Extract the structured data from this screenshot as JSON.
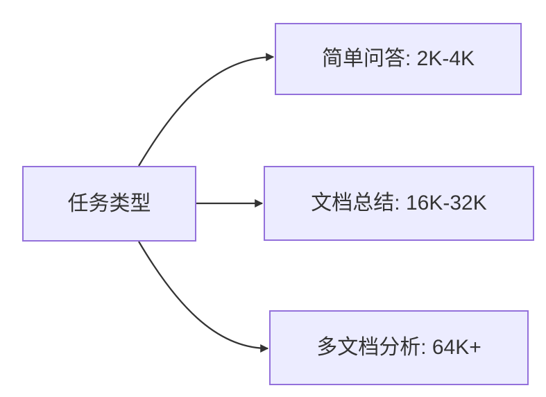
{
  "diagram": {
    "type": "flowchart",
    "direction": "left-to-right",
    "root": {
      "label": "任务类型"
    },
    "branches": [
      {
        "label": "简单问答: 2K-4K"
      },
      {
        "label": "文档总结: 16K-32K"
      },
      {
        "label": "多文档分析: 64K+"
      }
    ],
    "edges": [
      {
        "from": "任务类型",
        "to": "简单问答: 2K-4K"
      },
      {
        "from": "任务类型",
        "to": "文档总结: 16K-32K"
      },
      {
        "from": "任务类型",
        "to": "多文档分析: 64K+"
      }
    ],
    "colors": {
      "node_fill": "#ECECFF",
      "node_border": "#9370DB",
      "edge": "#333333",
      "text": "#333333",
      "background": "#FFFFFF"
    }
  }
}
